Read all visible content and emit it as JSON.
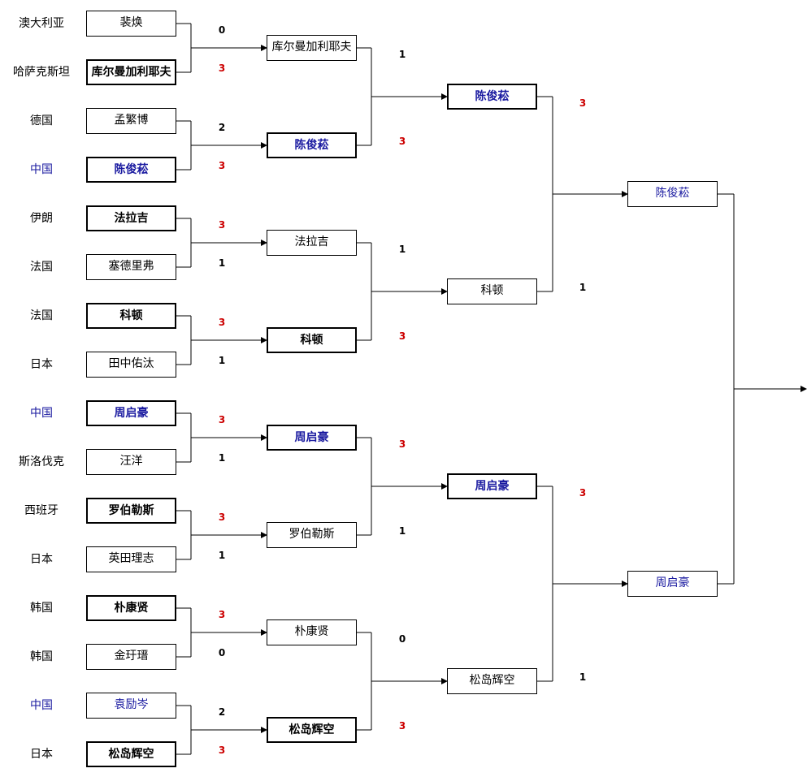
{
  "round1": [
    {
      "country": "澳大利亚",
      "name": "裴焕",
      "win": false,
      "cn": false
    },
    {
      "country": "哈萨克斯坦",
      "name": "库尔曼加利耶夫",
      "win": true,
      "cn": false
    },
    {
      "country": "德国",
      "name": "孟繁博",
      "win": false,
      "cn": false
    },
    {
      "country": "中国",
      "name": "陈俊菘",
      "win": true,
      "cn": true
    },
    {
      "country": "伊朗",
      "name": "法拉吉",
      "win": true,
      "cn": false
    },
    {
      "country": "法国",
      "name": "塞德里弗",
      "win": false,
      "cn": false
    },
    {
      "country": "法国",
      "name": "科顿",
      "win": true,
      "cn": false
    },
    {
      "country": "日本",
      "name": "田中佑汰",
      "win": false,
      "cn": false
    },
    {
      "country": "中国",
      "name": "周启豪",
      "win": true,
      "cn": true
    },
    {
      "country": "斯洛伐克",
      "name": "汪洋",
      "win": false,
      "cn": false
    },
    {
      "country": "西班牙",
      "name": "罗伯勒斯",
      "win": true,
      "cn": false
    },
    {
      "country": "日本",
      "name": "英田理志",
      "win": false,
      "cn": false
    },
    {
      "country": "韩国",
      "name": "朴康贤",
      "win": true,
      "cn": false
    },
    {
      "country": "韩国",
      "name": "金玗瑨",
      "win": false,
      "cn": false
    },
    {
      "country": "中国",
      "name": "袁励岑",
      "win": false,
      "cn": true
    },
    {
      "country": "日本",
      "name": "松岛辉空",
      "win": true,
      "cn": false
    }
  ],
  "round1_scores": [
    [
      "0",
      "3"
    ],
    [
      "2",
      "3"
    ],
    [
      "3",
      "1"
    ],
    [
      "3",
      "1"
    ],
    [
      "3",
      "1"
    ],
    [
      "3",
      "1"
    ],
    [
      "3",
      "0"
    ],
    [
      "2",
      "3"
    ]
  ],
  "round2": [
    {
      "name": "库尔曼加利耶夫",
      "win": false,
      "cn": false
    },
    {
      "name": "陈俊菘",
      "win": true,
      "cn": true
    },
    {
      "name": "法拉吉",
      "win": false,
      "cn": false
    },
    {
      "name": "科顿",
      "win": true,
      "cn": false
    },
    {
      "name": "周启豪",
      "win": true,
      "cn": true
    },
    {
      "name": "罗伯勒斯",
      "win": false,
      "cn": false
    },
    {
      "name": "朴康贤",
      "win": false,
      "cn": false
    },
    {
      "name": "松岛辉空",
      "win": true,
      "cn": false
    }
  ],
  "round2_scores": [
    [
      "1",
      "3"
    ],
    [
      "1",
      "3"
    ],
    [
      "3",
      "1"
    ],
    [
      "0",
      "3"
    ]
  ],
  "round3": [
    {
      "name": "陈俊菘",
      "win": true,
      "cn": true
    },
    {
      "name": "科顿",
      "win": false,
      "cn": false
    },
    {
      "name": "周启豪",
      "win": true,
      "cn": true
    },
    {
      "name": "松岛辉空",
      "win": false,
      "cn": false
    }
  ],
  "round3_scores": [
    [
      "3",
      "1"
    ],
    [
      "3",
      "1"
    ]
  ],
  "round4": [
    {
      "name": "陈俊菘",
      "win": false,
      "cn": true
    },
    {
      "name": "周启豪",
      "win": false,
      "cn": true
    }
  ],
  "colors": {
    "china": "#1a1aa0",
    "winning_score": "#cc0000",
    "line": "#000000"
  }
}
